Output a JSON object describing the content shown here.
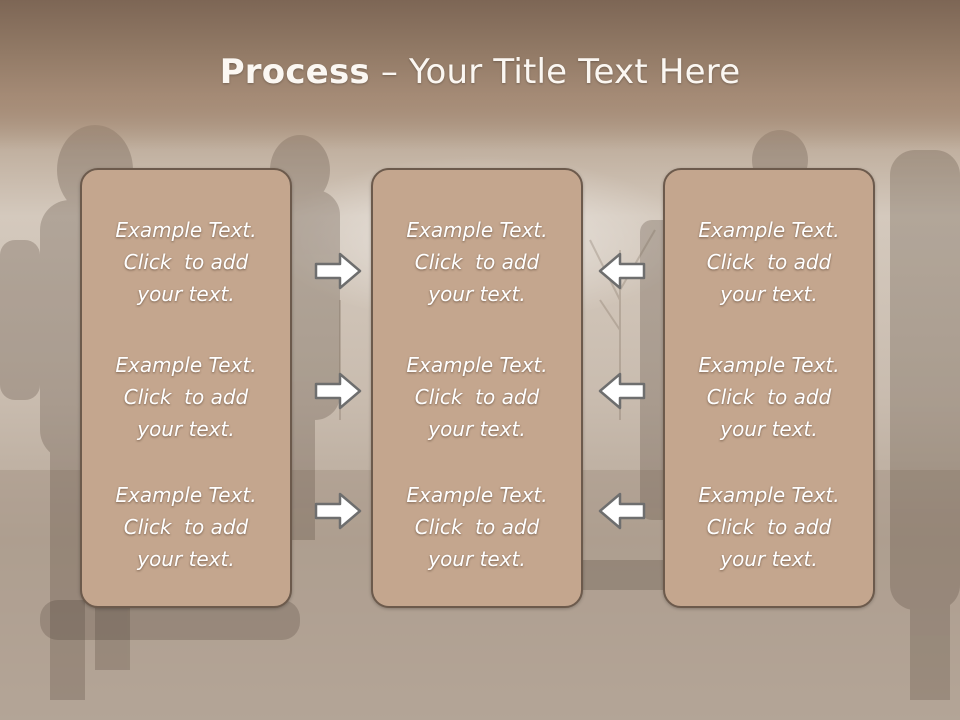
{
  "slide": {
    "title_bold": "Process",
    "title_rest": " – Your Title Text Here"
  },
  "columns": [
    {
      "blocks": [
        {
          "line1": "Example Text.",
          "line2": "Click  to add",
          "line3": "your text."
        },
        {
          "line1": "Example Text.",
          "line2": "Click  to add",
          "line3": "your text."
        },
        {
          "line1": "Example Text.",
          "line2": "Click  to add",
          "line3": "your text."
        }
      ]
    },
    {
      "blocks": [
        {
          "line1": "Example Text.",
          "line2": "Click  to add",
          "line3": "your text."
        },
        {
          "line1": "Example Text.",
          "line2": "Click  to add",
          "line3": "your text."
        },
        {
          "line1": "Example Text.",
          "line2": "Click  to add",
          "line3": "your text."
        }
      ]
    },
    {
      "blocks": [
        {
          "line1": "Example Text.",
          "line2": "Click  to add",
          "line3": "your text."
        },
        {
          "line1": "Example Text.",
          "line2": "Click  to add",
          "line3": "your text."
        },
        {
          "line1": "Example Text.",
          "line2": "Click  to add",
          "line3": "your text."
        }
      ]
    }
  ],
  "arrows": {
    "left_group": "right-arrow-icon",
    "right_group": "left-arrow-icon"
  },
  "colors": {
    "title_band": "#927a66",
    "panel_fill": "#c4a68e",
    "panel_border": "#6c5a4c",
    "text": "#ffffff",
    "arrow_fill": "#ffffff",
    "arrow_stroke": "#6e6e6e"
  }
}
